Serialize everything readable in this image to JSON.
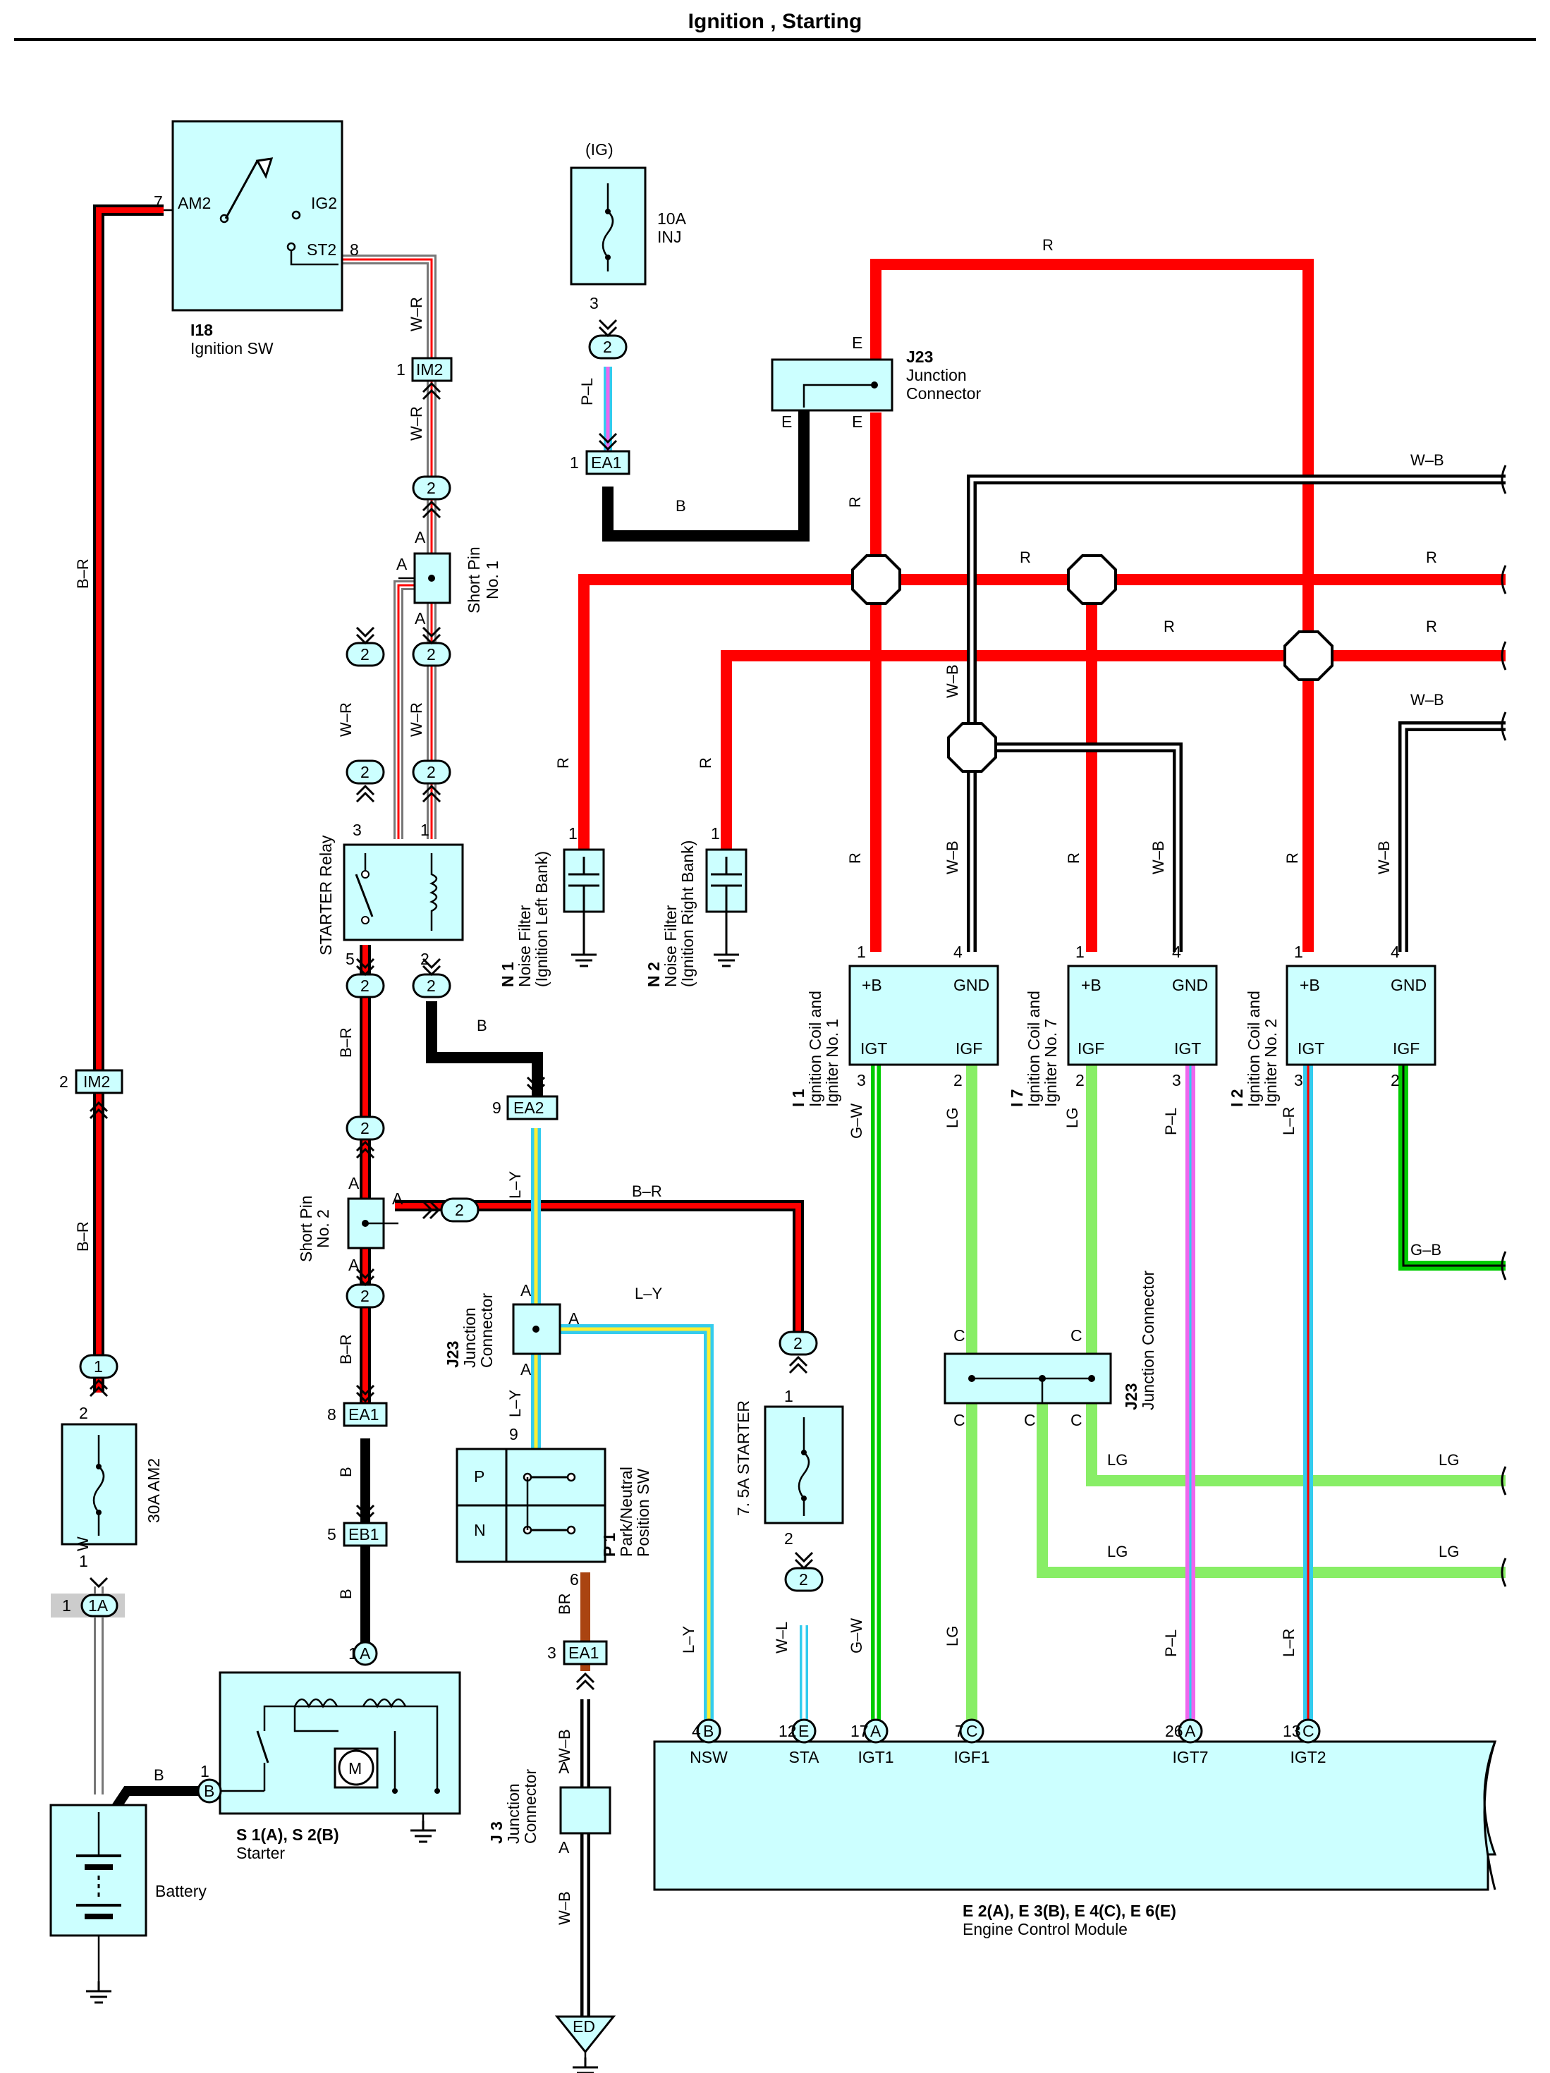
{
  "title": "Ignition , Starting",
  "colors": {
    "red": "#ff0000",
    "black": "#000000",
    "green": "#00e000",
    "light_green": "#88ee66",
    "pink": "#ee66ee",
    "yellow": "#ffee33",
    "blue": "#33ccee",
    "brown": "#aa4411",
    "component_fill": "#ccffff"
  },
  "components": {
    "ign_sw": {
      "code": "I18",
      "name": "Ignition SW",
      "t_am2": "AM2",
      "t_ig2": "IG2",
      "t_st2": "ST2",
      "pin7": "7",
      "pin8": "8"
    },
    "fuse_inj": {
      "power": "(IG)",
      "rating": "10A",
      "name": "INJ",
      "pin": "3"
    },
    "j23_top": {
      "code": "J23",
      "name1": "Junction",
      "name2": "Connector",
      "e1": "E",
      "e2": "E",
      "e3": "E"
    },
    "short_pin1": {
      "name1": "Short Pin",
      "name2": "No. 1",
      "a1": "A",
      "a2": "A",
      "a3": "A"
    },
    "short_pin2": {
      "name1": "Short Pin",
      "name2": "No. 2",
      "a1": "A",
      "a2": "A",
      "a3": "A"
    },
    "starter_relay": {
      "name": "STARTER Relay",
      "p3": "3",
      "p1": "1",
      "p5": "5",
      "p2": "2"
    },
    "noise_left": {
      "code": "N 1",
      "name1": "Noise Filter",
      "name2": "(Ignition Left Bank)",
      "pin": "1"
    },
    "noise_right": {
      "code": "N 2",
      "name1": "Noise Filter",
      "name2": "(Ignition Right Bank)",
      "pin": "1"
    },
    "coil1": {
      "code": "I 1",
      "name1": "Ignition Coil and",
      "name2": "Igniter No. 1",
      "t1": "+B",
      "t2": "GND",
      "t3": "IGT",
      "t4": "IGF",
      "p1": "1",
      "p4": "4",
      "p3": "3",
      "p2": "2"
    },
    "coil7": {
      "code": "I 7",
      "name1": "Ignition Coil and",
      "name2": "Igniter No. 7",
      "t1": "+B",
      "t2": "GND",
      "t3": "IGF",
      "t4": "IGT",
      "p1": "1",
      "p4": "4",
      "p2": "2",
      "p3": "3"
    },
    "coil2": {
      "code": "I 2",
      "name1": "Ignition Coil and",
      "name2": "Igniter No. 2",
      "t1": "+B",
      "t2": "GND",
      "t3": "IGT",
      "t4": "IGF",
      "p1": "1",
      "p4": "4",
      "p3": "3",
      "p2": "2"
    },
    "j23_mid": {
      "code": "J23",
      "name1": "Junction",
      "name2": "Connector",
      "a1": "A",
      "a2": "A",
      "a3": "A"
    },
    "j23_right": {
      "code": "J23",
      "name": "Junction Connector",
      "c1": "C",
      "c2": "C",
      "c3": "C",
      "c4": "C",
      "c5": "C"
    },
    "fuse_starter": {
      "name": "7. 5A STARTER",
      "p1": "1",
      "p2": "2"
    },
    "fuse_am2": {
      "name": "30A AM2",
      "p2": "2",
      "p1": "1"
    },
    "pnp_sw": {
      "code": "P 1",
      "name1": "Park/Neutral",
      "name2": "Position SW",
      "p": "P",
      "n": "N",
      "pin9": "9",
      "pin6": "6"
    },
    "starter": {
      "code": "S 1(A), S 2(B)",
      "name": "Starter",
      "motor": "M",
      "pin1": "1",
      "pinb": "B",
      "pin1a": "1",
      "pina": "A"
    },
    "battery": {
      "name": "Battery"
    },
    "j3": {
      "code": "J 3",
      "name1": "Junction",
      "name2": "Connector",
      "a1": "A",
      "a2": "A"
    },
    "ground_ed": {
      "label": "ED"
    },
    "ecm": {
      "code": "E 2(A), E 3(B), E 4(C), E 6(E)",
      "name": "Engine Control Module",
      "pins": [
        {
          "num": "4",
          "conn": "B",
          "label": "NSW"
        },
        {
          "num": "12",
          "conn": "E",
          "label": "STA"
        },
        {
          "num": "17",
          "conn": "A",
          "label": "IGT1"
        },
        {
          "num": "7",
          "conn": "C",
          "label": "IGF1"
        },
        {
          "num": "26",
          "conn": "A",
          "label": "IGT7"
        },
        {
          "num": "13",
          "conn": "C",
          "label": "IGT2"
        }
      ]
    }
  },
  "connectors": {
    "im2_top": {
      "label": "IM2",
      "pin": "1"
    },
    "im2_left": {
      "label": "IM2",
      "pin": "2"
    },
    "ea1_top": {
      "label": "EA1",
      "pin": "1"
    },
    "ea2": {
      "label": "EA2",
      "pin": "9"
    },
    "ea1_left": {
      "label": "EA1",
      "pin": "8"
    },
    "eb1": {
      "label": "EB1",
      "pin": "5"
    },
    "ea1_bottom": {
      "label": "EA1",
      "pin": "3"
    },
    "c1a": {
      "label": "1A",
      "pin": "1"
    },
    "ovals": {
      "two": "2",
      "one": "1"
    }
  },
  "wire_colors": {
    "br": "B–R",
    "wr": "W–R",
    "pl": "P–L",
    "b": "B",
    "r": "R",
    "wb": "W–B",
    "ly": "L–Y",
    "gw": "G–W",
    "lg": "LG",
    "lr": "L–R",
    "gb": "G–B",
    "w": "W",
    "wl": "W–L",
    "brn": "BR"
  }
}
